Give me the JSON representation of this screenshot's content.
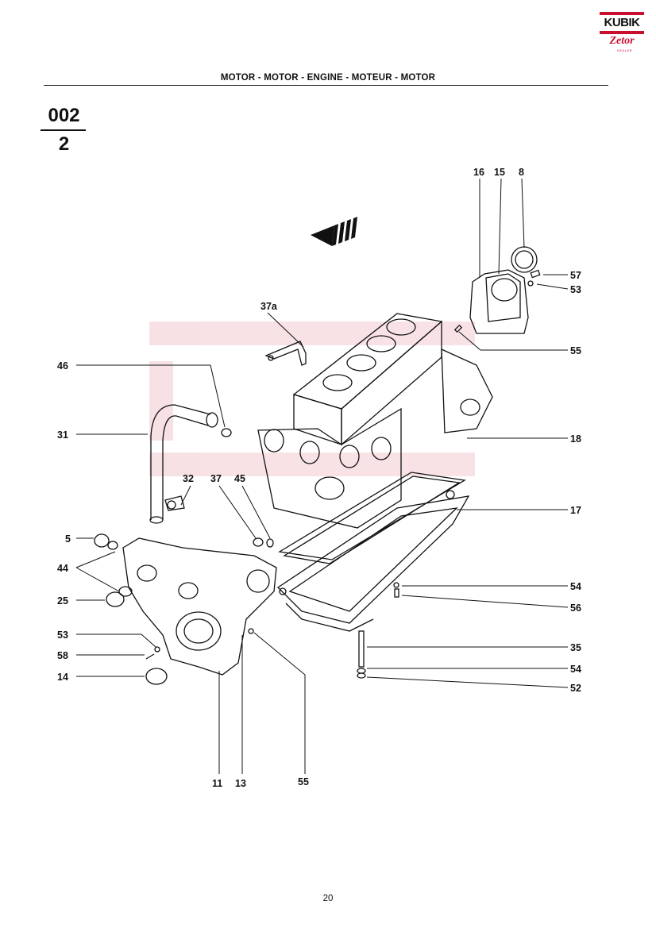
{
  "header": {
    "title": "MOTOR - MOTOR - ENGINE - MOTEUR - MOTOR"
  },
  "reference": {
    "group": "002",
    "sheet": "2"
  },
  "logo": {
    "brand": "KUBIK",
    "sub_brand": "Zetor",
    "tagline": "DEALER"
  },
  "page_number": "20",
  "diagram": {
    "callouts": [
      {
        "id": "c16",
        "label": "16"
      },
      {
        "id": "c15",
        "label": "15"
      },
      {
        "id": "c8",
        "label": "8"
      },
      {
        "id": "c57",
        "label": "57"
      },
      {
        "id": "c53a",
        "label": "53"
      },
      {
        "id": "c55a",
        "label": "55"
      },
      {
        "id": "c37a",
        "label": "37a"
      },
      {
        "id": "c46",
        "label": "46"
      },
      {
        "id": "c31",
        "label": "31"
      },
      {
        "id": "c18",
        "label": "18"
      },
      {
        "id": "c32",
        "label": "32"
      },
      {
        "id": "c37",
        "label": "37"
      },
      {
        "id": "c45",
        "label": "45"
      },
      {
        "id": "c17",
        "label": "17"
      },
      {
        "id": "c5",
        "label": "5"
      },
      {
        "id": "c44",
        "label": "44"
      },
      {
        "id": "c25",
        "label": "25"
      },
      {
        "id": "c54a",
        "label": "54"
      },
      {
        "id": "c56",
        "label": "56"
      },
      {
        "id": "c53b",
        "label": "53"
      },
      {
        "id": "c58",
        "label": "58"
      },
      {
        "id": "c35",
        "label": "35"
      },
      {
        "id": "c14",
        "label": "14"
      },
      {
        "id": "c54b",
        "label": "54"
      },
      {
        "id": "c52",
        "label": "52"
      },
      {
        "id": "c11",
        "label": "11"
      },
      {
        "id": "c13",
        "label": "13"
      },
      {
        "id": "c55b",
        "label": "55"
      }
    ]
  }
}
